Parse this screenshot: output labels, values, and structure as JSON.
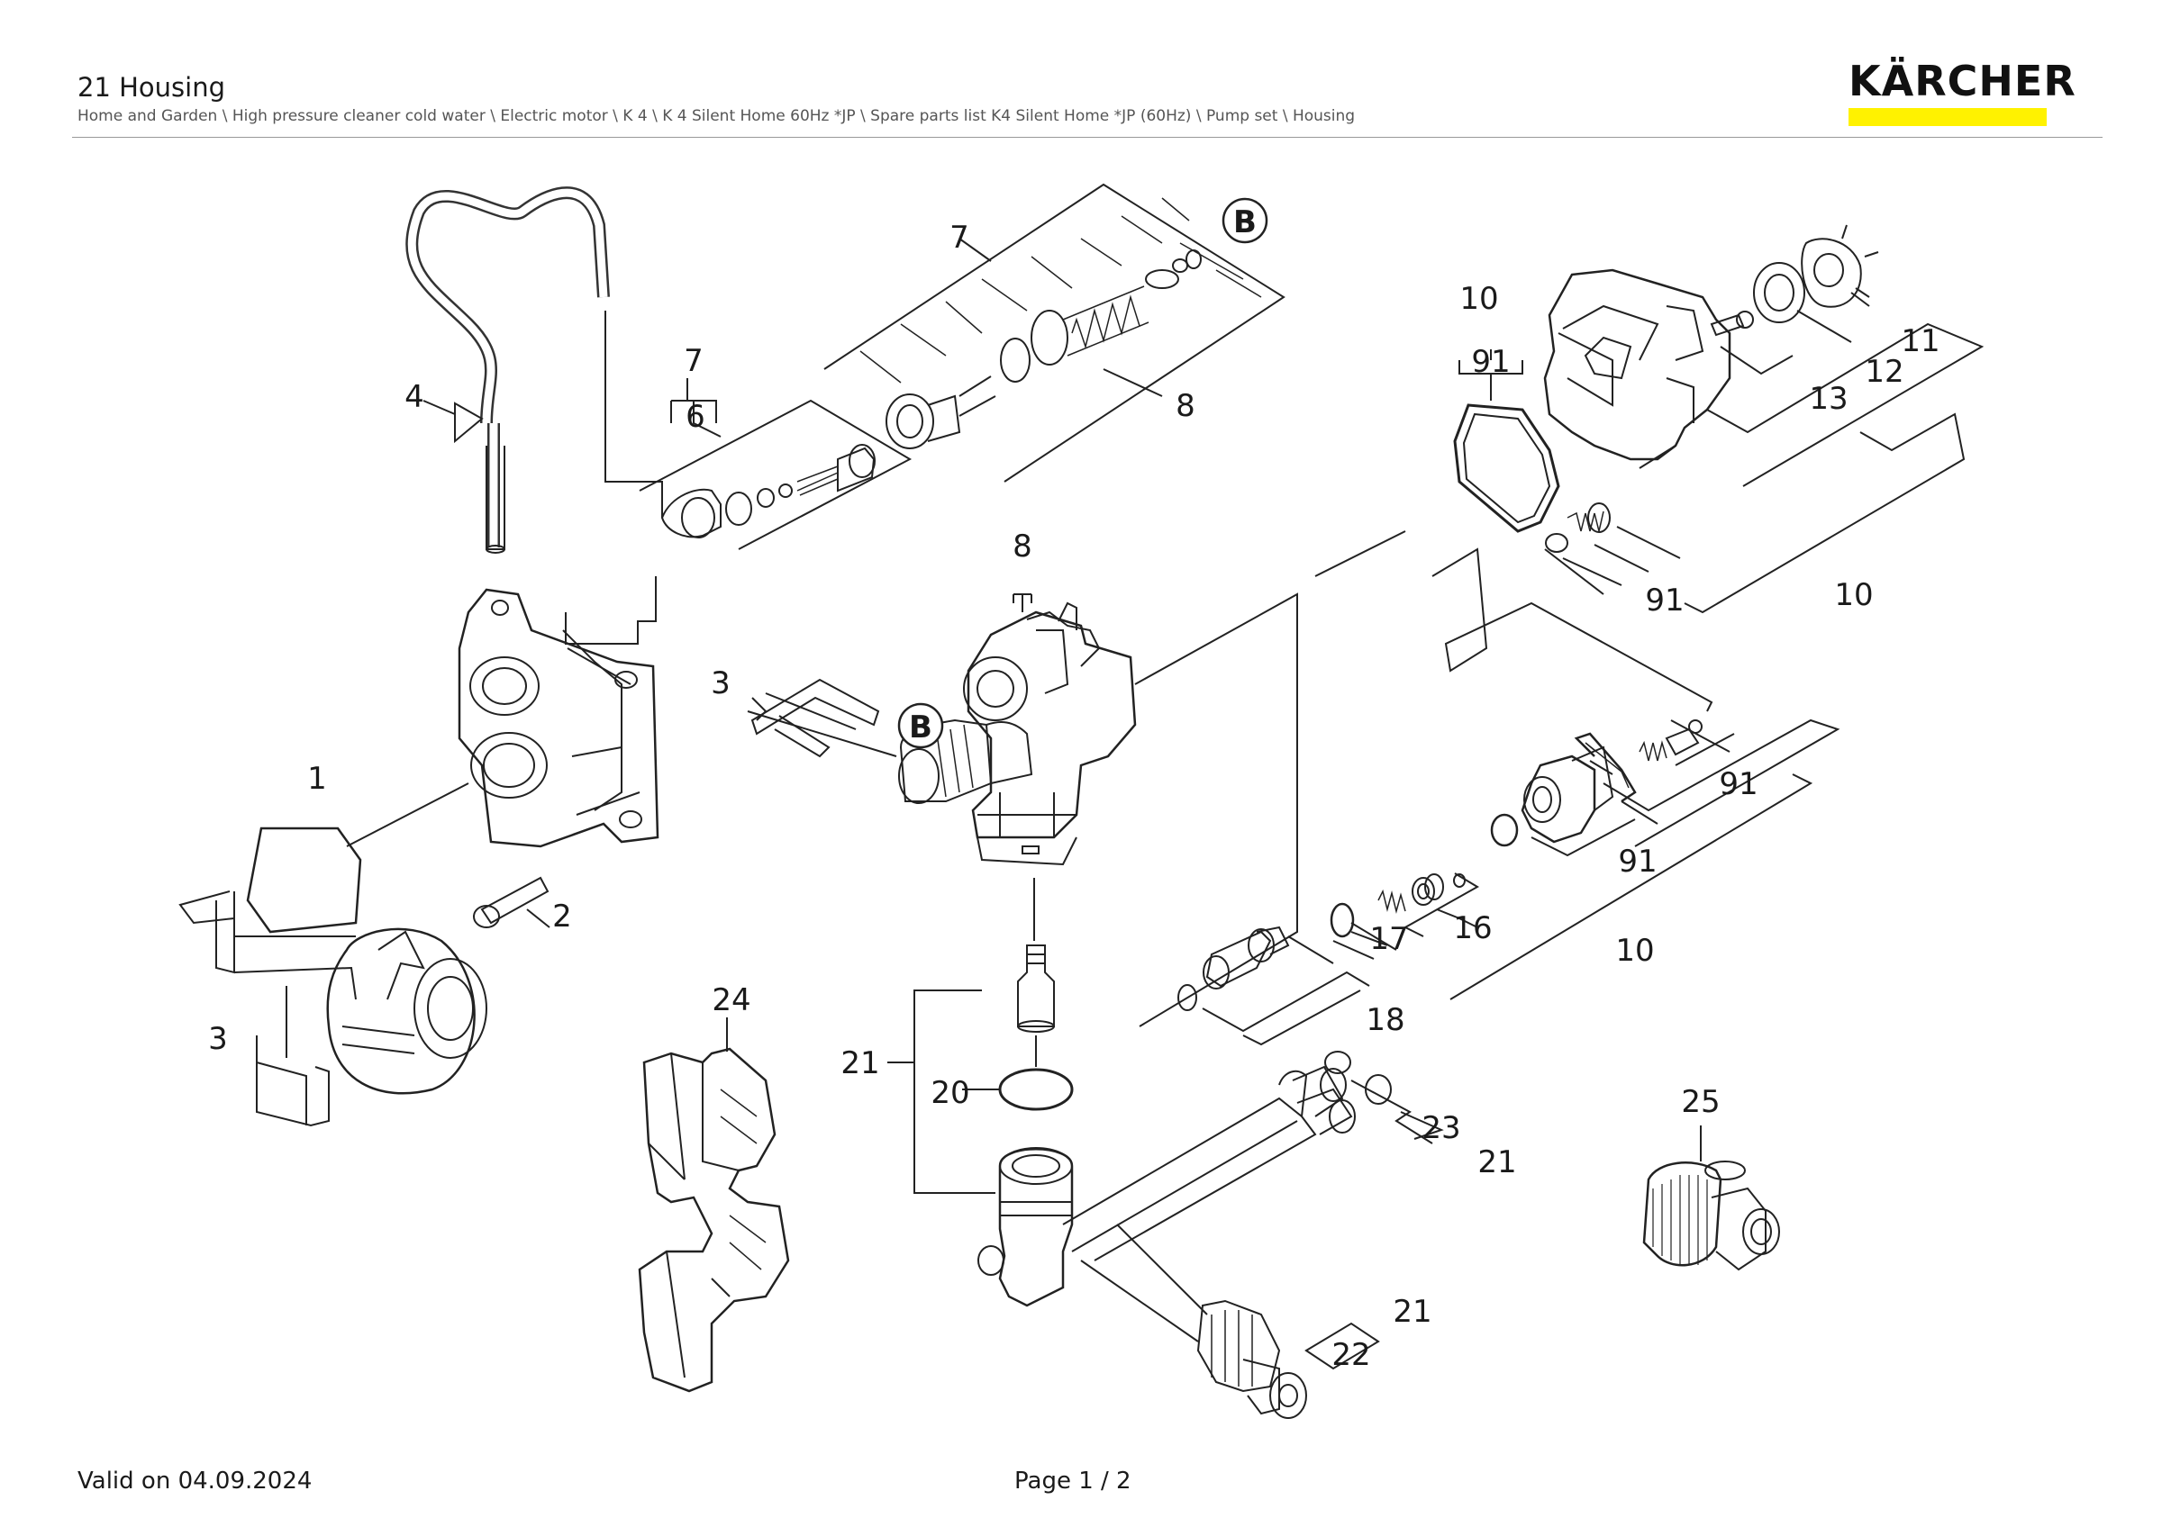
{
  "header": {
    "title": "21 Housing",
    "breadcrumb": "Home and Garden \\ High pressure cleaner cold water \\ Electric motor \\ K 4 \\ K 4 Silent Home 60Hz *JP \\ Spare parts list K4 Silent Home *JP (60Hz) \\ Pump set \\ Housing",
    "brand": "KÄRCHER",
    "brand_accent": "#fff200"
  },
  "callouts": {
    "c1": "1",
    "c2": "2",
    "c3a": "3",
    "c3b": "3",
    "c4": "4",
    "c6": "6",
    "c7a": "7",
    "c7b": "7",
    "c8a": "8",
    "c8b": "8",
    "c10a": "10",
    "c10b": "10",
    "c10c": "10",
    "c11": "11",
    "c12": "12",
    "c13": "13",
    "c16": "16",
    "c17": "17",
    "c18": "18",
    "c20": "20",
    "c21a": "21",
    "c21b": "21",
    "c21c": "21",
    "c22": "22",
    "c23": "23",
    "c24": "24",
    "c25": "25",
    "c91a": "91",
    "c91b": "91",
    "c91c": "91",
    "c91d": "91",
    "markB1": "B",
    "markB2": "B"
  },
  "footer": {
    "valid": "Valid on 04.09.2024",
    "page": "Page 1 / 2"
  }
}
